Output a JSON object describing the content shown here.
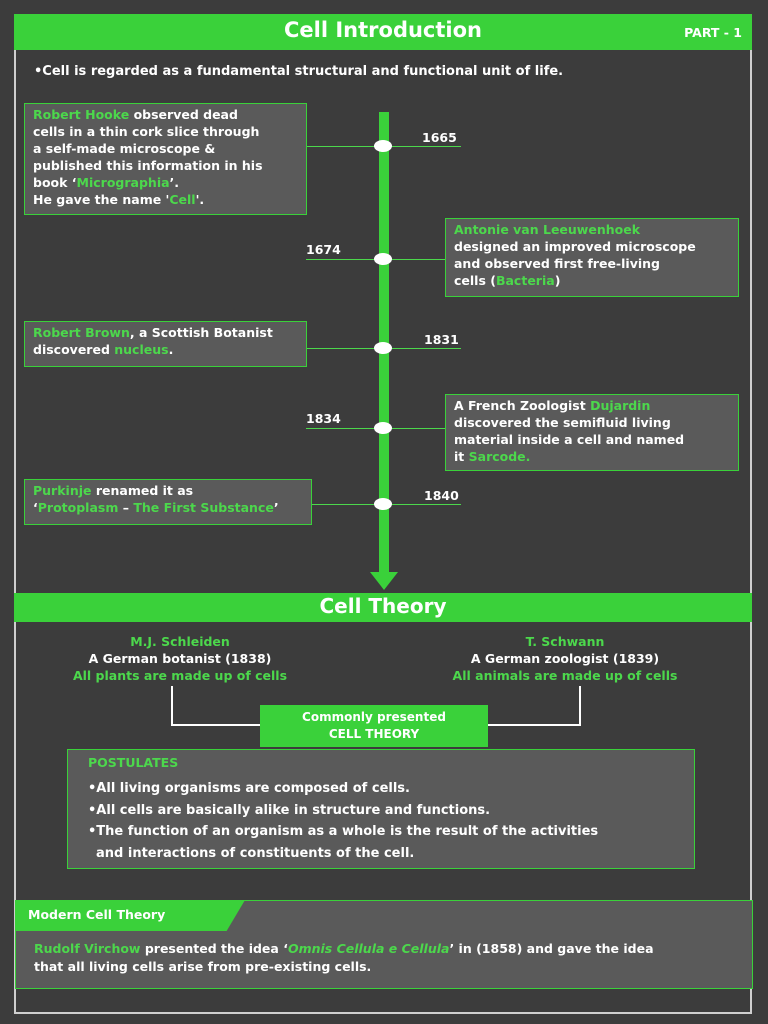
{
  "header": {
    "title": "Cell Introduction",
    "part": "PART - 1"
  },
  "intro": "•Cell is regarded as a fundamental structural and functional unit of life.",
  "timeline": [
    {
      "year": "1665",
      "lines": [
        [
          {
            "t": "Robert Hooke",
            "g": true
          },
          {
            "t": " observed dead",
            "g": false
          }
        ],
        [
          {
            "t": "cells in a thin cork slice through",
            "g": false
          }
        ],
        [
          {
            "t": "a self-made microscope &",
            "g": false
          }
        ],
        [
          {
            "t": "published this information in his",
            "g": false
          }
        ],
        [
          {
            "t": "book ‘",
            "g": false
          },
          {
            "t": "Micrographia",
            "g": true
          },
          {
            "t": "’.",
            "g": false
          }
        ],
        [
          {
            "t": "He gave the name '",
            "g": false
          },
          {
            "t": "Cell",
            "g": true
          },
          {
            "t": "'.",
            "g": false
          }
        ]
      ]
    },
    {
      "year": "1674",
      "lines": [
        [
          {
            "t": "Antonie van Leeuwenhoek",
            "g": true
          }
        ],
        [
          {
            "t": "designed an improved microscope",
            "g": false
          }
        ],
        [
          {
            "t": "and observed first free-living",
            "g": false
          }
        ],
        [
          {
            "t": "cells (",
            "g": false
          },
          {
            "t": "Bacteria",
            "g": true
          },
          {
            "t": ")",
            "g": false
          }
        ]
      ]
    },
    {
      "year": "1831",
      "lines": [
        [
          {
            "t": "Robert Brown",
            "g": true
          },
          {
            "t": ", a Scottish Botanist",
            "g": false
          }
        ],
        [
          {
            "t": "discovered ",
            "g": false
          },
          {
            "t": "nucleus",
            "g": true
          },
          {
            "t": ".",
            "g": false
          }
        ]
      ]
    },
    {
      "year": "1834",
      "lines": [
        [
          {
            "t": "A French Zoologist ",
            "g": false
          },
          {
            "t": "Dujardin",
            "g": true
          }
        ],
        [
          {
            "t": "discovered the semifluid living",
            "g": false
          }
        ],
        [
          {
            "t": "material inside a cell and named",
            "g": false
          }
        ],
        [
          {
            "t": "it ",
            "g": false
          },
          {
            "t": "Sarcode.",
            "g": true
          }
        ]
      ]
    },
    {
      "year": "1840",
      "lines": [
        [
          {
            "t": "Purkinje",
            "g": true
          },
          {
            "t": " renamed it as",
            "g": false
          }
        ],
        [
          {
            "t": "‘",
            "g": false
          },
          {
            "t": "Protoplasm",
            "g": true
          },
          {
            "t": " – ",
            "g": false
          },
          {
            "t": "The First Substance",
            "g": true
          },
          {
            "t": "’",
            "g": false
          }
        ]
      ]
    }
  ],
  "cell_theory": {
    "title": "Cell Theory",
    "left": {
      "name": "M.J. Schleiden",
      "desc": "A German botanist (1838)",
      "claim": "All plants are made up of cells"
    },
    "right": {
      "name": "T. Schwann",
      "desc": "A German zoologist (1839)",
      "claim": "All animals are made up of cells"
    },
    "common_line1": "Commonly presented",
    "common_line2": "CELL THEORY",
    "postulates_title": "POSTULATES",
    "postulates": [
      "•All living organisms are composed of cells.",
      "•All cells are basically alike in structure and functions.",
      "•The function of an organism as a whole is the result of the activities",
      "and interactions of constituents of the cell."
    ]
  },
  "modern": {
    "title": "Modern Cell Theory",
    "person": "Rudolf Virchow",
    "text1": " presented the idea ‘",
    "latin": "Omnis Cellula e Cellula",
    "text2": "’ in (1858) and gave the idea",
    "line2": "that all living cells arise from pre-existing cells."
  },
  "colors": {
    "accent": "#3ad13a",
    "background": "#3c3c3c",
    "box": "#5a5a5a"
  }
}
